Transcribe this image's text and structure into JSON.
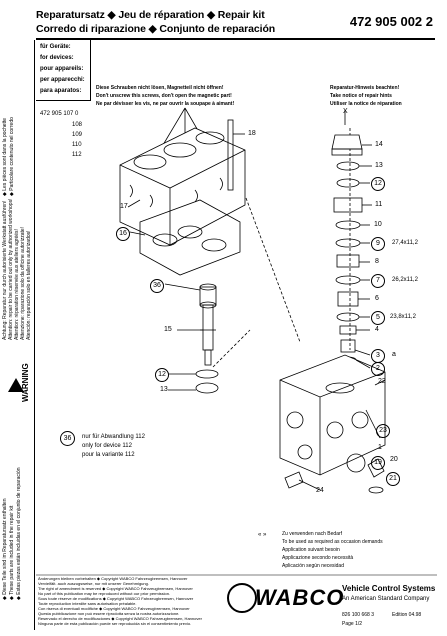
{
  "header": {
    "title_line1": "Reparatursatz ◆ Jeu de réparation ◆ Repair kit",
    "title_line2": "Corredo di riparazione ◆ Conjunto de reparación",
    "part_number": "472 905 002 2"
  },
  "devices": {
    "heading": [
      "für Geräte:",
      "for devices:",
      "pour appareils:",
      "per apparecchi:",
      "para aparatos:"
    ],
    "list": [
      "472 905 107 0",
      "108",
      "109",
      "110",
      "112"
    ]
  },
  "warnings": {
    "screws": [
      "Diese Schrauben nicht lösen, Magnetteil nicht öffnen!",
      "Don't unscrew this screws, don't open the magnetic part!",
      "Ne par dévisser les vis, ne par ouvrir la soupape à aimant!"
    ],
    "repair": [
      "Reparatur-Hinweis beachten!",
      "Take notice of repair hints",
      "Utiliser la notice de réparation"
    ]
  },
  "callouts": {
    "c18": "18",
    "c17": "17",
    "c16": "16",
    "c36": "36",
    "c15": "15",
    "c12a": "12",
    "c13a": "13",
    "c14": "14",
    "c13b": "13",
    "c12b": "12",
    "c11": "11",
    "c10": "10",
    "c9": "9",
    "c8": "8",
    "c7": "7",
    "c6": "6",
    "c5": "5",
    "c4": "4",
    "c3": "3",
    "c2": "2",
    "c22": "22",
    "c23": "23",
    "c19": "19",
    "c1": "1",
    "c20": "20",
    "c21": "21",
    "c24": "24",
    "a": "a",
    "x": "X"
  },
  "dimensions": {
    "d9": "27,4x11,2",
    "d7": "26,2x11,2",
    "d5": "23,8x11,2"
  },
  "note36": {
    "num": "36",
    "lines": [
      "nur für Abwandlung 112",
      "only for device 112",
      "pour la variante 112"
    ]
  },
  "legend": {
    "symbol": "« »",
    "lines": [
      "Zu verwenden nach Bedarf",
      "To be used as required as occasion demands",
      "Application suivant besoin",
      "Applicazione secondo necessità",
      "Aplicación según necesidad"
    ]
  },
  "left_notes": {
    "top": [
      "◆ Les pièces sont dans la pochette",
      "◆ Particolare contenuto nel corredo"
    ],
    "warning_word": "WARNING",
    "warning_text": [
      "Achtung: Reparatur nur durch autorisierte Werkstatt ausführen!",
      "Attention: repair to be carried out only by authorized workshops!",
      "Attention: réparation réservée aux ateliers agréés!",
      "Attenzione: riparazione solo da officine autorizzate!",
      "Atención: reparación solo en talleres autorizados!"
    ],
    "bottom": [
      "◆ Diese Teile sind im Reparatursatz enthalten",
      "◆ These parts are included in the repair kit",
      "◆ Estas piezas están incluidas en el conjunto de reparación"
    ]
  },
  "copyright": [
    "Änderungen bleiben vorbehalten ◆ Copyright WABCO Fahrzeugbremsen, Hannover",
    "Vervielfält. auch auszugsweise, nur mit unserer Genehmigung.",
    "The right of amendment is reserved ◆ Copyright WABCO Fahrzeugbremsen, Hannover",
    "No part of this publication may be reproduced without our prior permission.",
    "Sous toute réserve de modifications ◆ Copyright WABCO Fahrzeugbremsen, Hannover",
    "Toute reproduction interdite sans autorisation préalable.",
    "Con riserva di eventuali modifiche ◆ Copyright WABCO Fahrzeugbremsen, Hannover",
    "Questa pubblicazione non può essere riprodotta senza la nostra autorizzazione.",
    "Reservado el derecho de modificaciones ◆ Copyright WABCO Fahrzeugbremsen, Hannover",
    "Ninguna parte de esta publicación puede ser reproducida sin el consentimiento previo."
  ],
  "footer": {
    "logo": "WABCO",
    "company": "Vehicle Control Systems",
    "subtitle": "An American Standard Company",
    "doc_number": "826 100 668 3",
    "edition": "Edition  04.98",
    "page": "Page 1/2"
  }
}
